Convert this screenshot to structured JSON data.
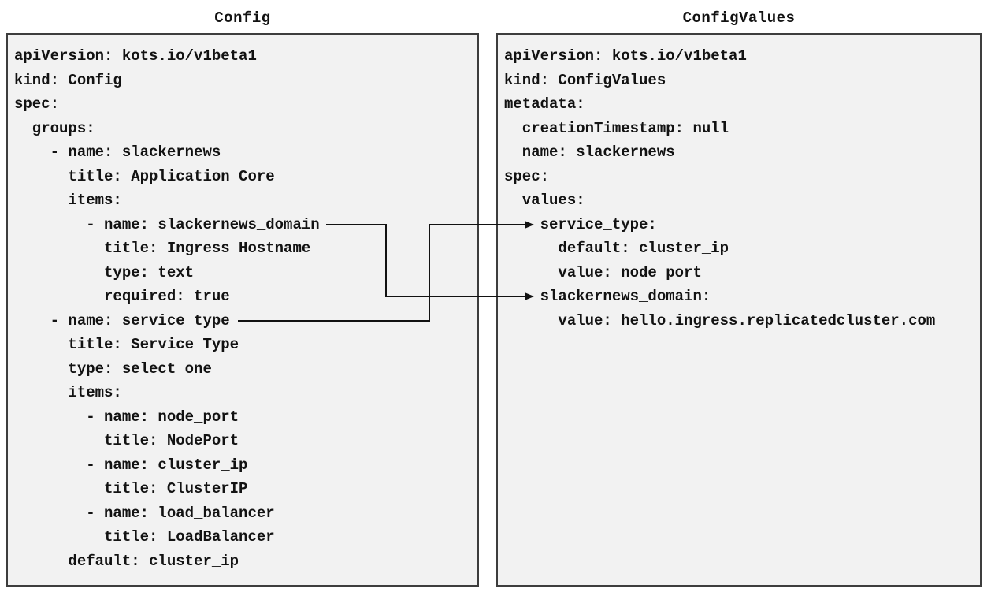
{
  "diagram": {
    "left": {
      "title": "Config",
      "lines": [
        "apiVersion: kots.io/v1beta1",
        "kind: Config",
        "spec:",
        "  groups:",
        "    - name: slackernews",
        "      title: Application Core",
        "      items:",
        "        - name: slackernews_domain",
        "          title: Ingress Hostname",
        "          type: text",
        "          required: true",
        "    - name: service_type",
        "      title: Service Type",
        "      type: select_one",
        "      items:",
        "        - name: node_port",
        "          title: NodePort",
        "        - name: cluster_ip",
        "          title: ClusterIP",
        "        - name: load_balancer",
        "          title: LoadBalancer",
        "      default: cluster_ip"
      ]
    },
    "right": {
      "title": "ConfigValues",
      "lines": [
        "apiVersion: kots.io/v1beta1",
        "kind: ConfigValues",
        "metadata:",
        "  creationTimestamp: null",
        "  name: slackernews",
        "spec:",
        "  values:",
        "    service_type:",
        "      default: cluster_ip",
        "      value: node_port",
        "    slackernews_domain:",
        "      value: hello.ingress.replicatedcluster.com"
      ]
    },
    "connections": [
      {
        "from": "slackernews_domain",
        "to": "slackernews_domain"
      },
      {
        "from": "service_type",
        "to": "service_type"
      }
    ],
    "colors": {
      "box_bg": "#f2f2f2",
      "box_border": "#3d3d3d",
      "text": "#121212",
      "arrow": "#121212",
      "page_bg": "#ffffff"
    }
  }
}
